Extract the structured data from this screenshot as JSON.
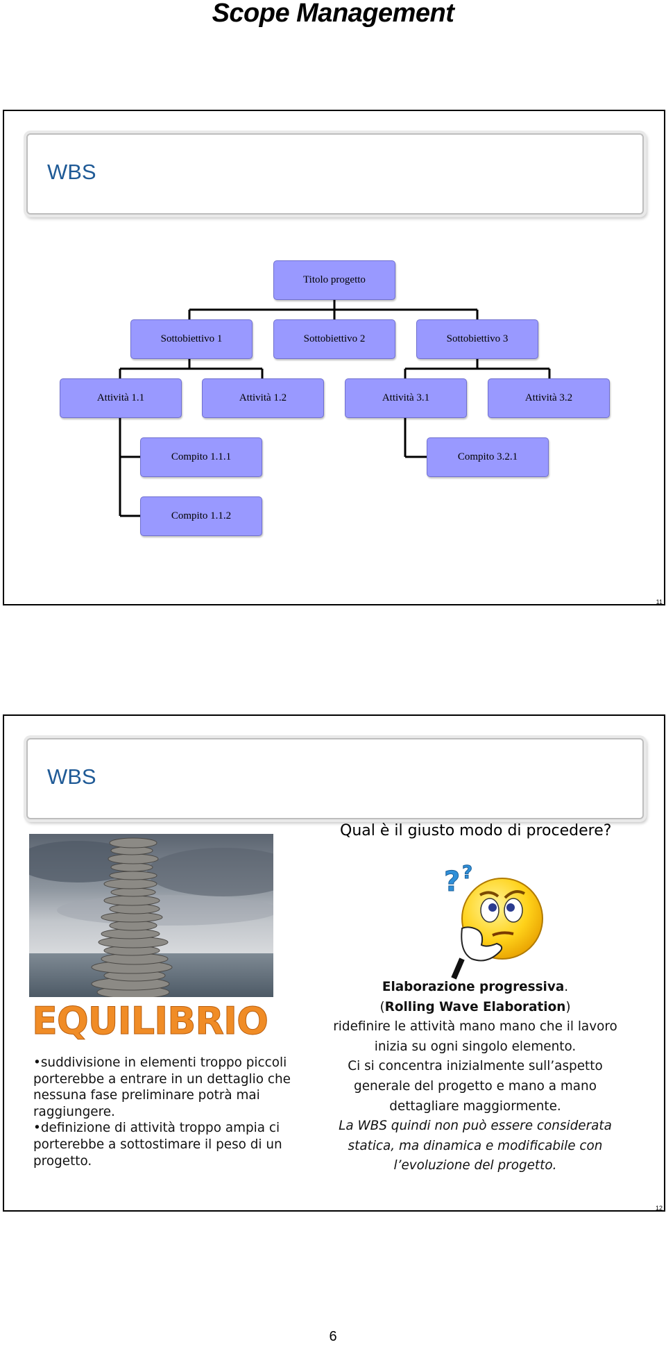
{
  "header": {
    "title": "Scope Management"
  },
  "slide11": {
    "title": "WBS",
    "number": "11",
    "wbs": {
      "root": "Titolo progetto",
      "level1": [
        "Sottobiettivo 1",
        "Sottobiettivo 2",
        "Sottobiettivo 3"
      ],
      "level2": [
        "Attività 1.1",
        "Attività 1.2",
        "Attività 3.1",
        "Attività 3.2"
      ],
      "level3": [
        "Compito 1.1.1",
        "Compito 1.1.2",
        "Compito 3.2.1"
      ]
    }
  },
  "slide12": {
    "title": "WBS",
    "number": "12",
    "question": "Qual è il giusto modo di procedere?",
    "equilibrio": "EQUILIBRIO",
    "bullet1": "•suddivisione in elementi troppo piccoli porterebbe a entrare in un dettaglio che nessuna fase preliminare potrà mai raggiungere.",
    "bullet2": "•definizione di attività troppo ampia ci porterebbe a sottostimare il peso di un progetto.",
    "right": {
      "heading": "Elaborazione progressiva",
      "heading_punct": ".",
      "paren_open": "(",
      "rwe": "Rolling Wave Elaboration",
      "paren_close": ")",
      "line1": "ridefinire le attività mano mano che il lavoro inizia su ogni singolo elemento.",
      "line2": "Ci si concentra inizialmente sull’aspetto generale del progetto e mano a mano dettagliare maggiormente.",
      "italic": "La WBS quindi non può essere considerata statica, ma dinamica e modificabile con l’evoluzione del progetto."
    }
  },
  "footer": {
    "page_number": "6"
  }
}
